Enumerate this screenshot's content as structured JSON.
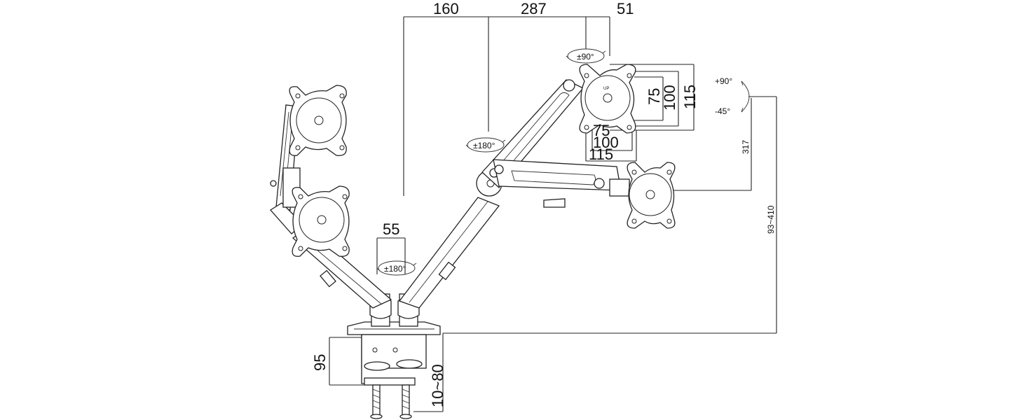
{
  "labels": {
    "top_left_width": "160",
    "top_mid_width": "287",
    "top_right_width": "51",
    "rotate_head": "±90°",
    "rotate_arm": "±180°",
    "rotate_base": "±180°",
    "vesa_75_v": "75",
    "vesa_100_v": "100",
    "vesa_115_v": "115",
    "vesa_75_h": "75",
    "vesa_100_h": "100",
    "vesa_115_h": "115",
    "tilt_up": "+90°",
    "tilt_down": "-45°",
    "height_317": "317",
    "height_range": "93~410",
    "pole_spacing": "55",
    "clamp_height": "95",
    "clamp_range": "10~80",
    "up_mark": "UP"
  }
}
